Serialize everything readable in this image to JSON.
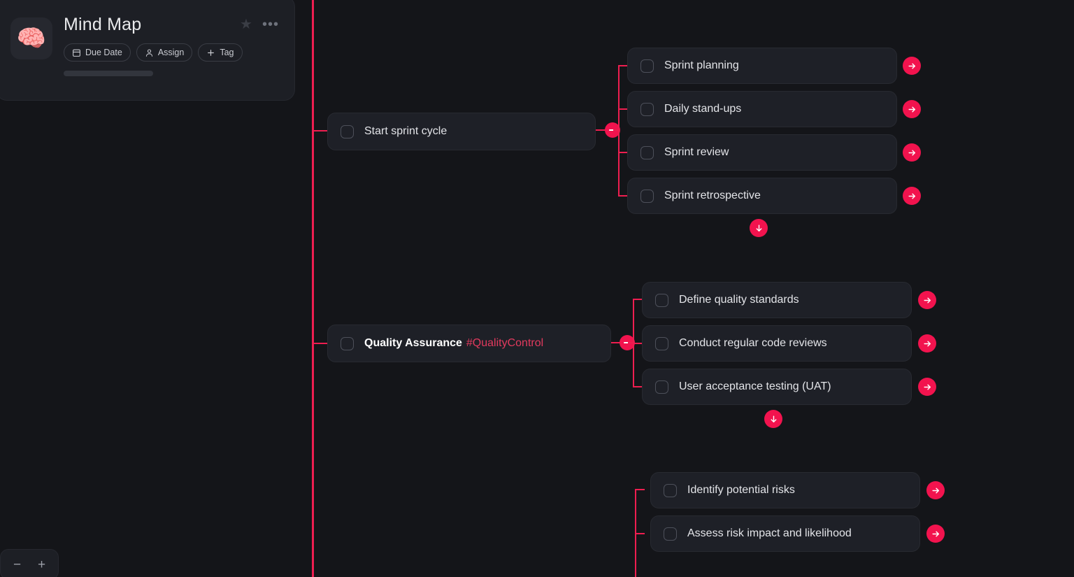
{
  "header": {
    "icon": "brain-emoji",
    "icon_glyph": "🧠",
    "title": "Mind Map",
    "star_icon": "star-icon",
    "menu_icon": "more-options-icon",
    "pills": [
      {
        "icon": "calendar-icon",
        "label": "Due Date"
      },
      {
        "icon": "person-icon",
        "label": "Assign"
      },
      {
        "icon": "plus-icon",
        "label": "Tag"
      }
    ]
  },
  "accent_color": "#F2134E",
  "tag_color": "#E23A5E",
  "canvas_bg": "#141519",
  "node_bg": "#1E2027",
  "branches": [
    {
      "parent": {
        "label": "Start sprint cycle",
        "bold": false,
        "tag": ""
      },
      "collapse_icon": "collapse-minus-icon",
      "children": [
        {
          "label": "Sprint planning",
          "action_icon": "arrow-right-icon"
        },
        {
          "label": "Daily stand-ups",
          "action_icon": "arrow-right-icon"
        },
        {
          "label": "Sprint review",
          "action_icon": "arrow-right-icon"
        },
        {
          "label": "Sprint retrospective",
          "action_icon": "arrow-right-icon"
        }
      ],
      "add_below_icon": "arrow-down-icon"
    },
    {
      "parent": {
        "label": "Quality Assurance",
        "bold": true,
        "tag": "#QualityControl"
      },
      "collapse_icon": "collapse-minus-icon",
      "children": [
        {
          "label": "Define quality standards",
          "action_icon": "arrow-right-icon"
        },
        {
          "label": "Conduct regular code reviews",
          "action_icon": "arrow-right-icon"
        },
        {
          "label": "User acceptance testing (UAT)",
          "action_icon": "arrow-right-icon"
        }
      ],
      "add_below_icon": "arrow-down-icon"
    },
    {
      "parent": {
        "label": "",
        "bold": false,
        "tag": ""
      },
      "children": [
        {
          "label": "Identify potential risks",
          "action_icon": "arrow-right-icon"
        },
        {
          "label": "Assess risk impact and likelihood",
          "action_icon": "arrow-right-icon"
        }
      ]
    }
  ],
  "zoom_controls": {
    "zoom_out_label": "−",
    "zoom_in_label": "+"
  }
}
